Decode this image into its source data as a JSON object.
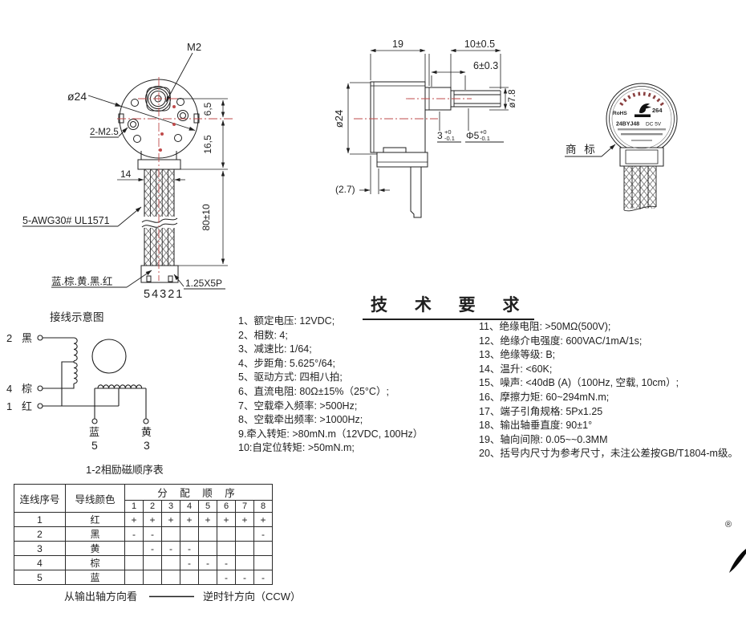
{
  "colors": {
    "line": "#1f1f1f",
    "centerline": "#bf4b4b",
    "rohs_green": "#00a651",
    "sticker_arc": "#8a4040"
  },
  "front_view": {
    "dim_m2": "M2",
    "dim_d24": "ø24",
    "dim_2m25": "2-M2.5",
    "dim_65": "6,5",
    "dim_165": "16,5",
    "dim_14": "14",
    "dim_80": "80±10",
    "wire_spec": "5-AWG30# UL1571",
    "wire_colors": "蓝.棕.黄.黑.红",
    "connector_label": "1.25X5P",
    "pin_numbers": "54321"
  },
  "side_view": {
    "dim_19": "19",
    "dim_10": "10±0.5",
    "dim_6": "6±0.3",
    "dim_d24": "ø24",
    "dim_d78": "ø7.8",
    "dim_3": {
      "base": "3",
      "tol_up": "+0",
      "tol_dn": "-0.1"
    },
    "dim_d5": {
      "base": "Φ5",
      "tol_up": "+0",
      "tol_dn": "-0.1"
    },
    "dim_27": "(2.7)"
  },
  "rear_view": {
    "label": "商 标",
    "sticker": {
      "rohs": "RoHS",
      "model": "24BYJ48",
      "voltage": "DC 5V",
      "code": "264"
    }
  },
  "wiring": {
    "title": "接线示意图",
    "caption": "1-2相励磁顺序表",
    "terminals": {
      "t2_num": "2",
      "t2_color": "黑",
      "t4_num": "4",
      "t4_color": "棕",
      "t1_num": "1",
      "t1_color": "红",
      "t5_color": "蓝",
      "t5_num": "5",
      "t3_color": "黄",
      "t3_num": "3"
    }
  },
  "tech": {
    "title": "技 术 要 求",
    "left": [
      "1、额定电压: 12VDC;",
      "2、相数: 4;",
      "3、减速比: 1/64;",
      "4、步距角: 5.625°/64;",
      "5、驱动方式: 四相八拍;",
      "6、直流电阻: 80Ω±15%（25°C）;",
      "7、空载牵入频率: >500Hz;",
      "8、空载牵出频率: >1000Hz;",
      "9.牵入转矩: >80mN.m（12VDC, 100Hz）",
      "10:自定位转矩: >50mN.m;"
    ],
    "right": [
      "11、绝缘电阻: >50MΩ(500V);",
      "12、绝缘介电强度: 600VAC/1mA/1s;",
      "13、绝缘等级: B;",
      "14、温升: <60K;",
      "15、噪声: <40dB (A)（100Hz, 空载, 10cm）;",
      "16、摩擦力矩: 60~294mN.m;",
      "17、端子引角规格: 5Px1.25",
      "18、输出轴垂直度: 90±1°",
      "19、轴向间隙: 0.05~~0.3MM",
      "20、括号内尺寸为参考尺寸，未注公差按GB/T1804-m级。"
    ]
  },
  "sequence_table": {
    "header": {
      "col1": "连线序号",
      "col2": "导线颜色",
      "span": "分 配 顺 序",
      "steps": [
        "1",
        "2",
        "3",
        "4",
        "5",
        "6",
        "7",
        "8"
      ]
    },
    "rows": [
      {
        "no": "1",
        "color": "红",
        "cells": [
          "+",
          "+",
          "+",
          "+",
          "+",
          "+",
          "+",
          "+"
        ]
      },
      {
        "no": "2",
        "color": "黑",
        "cells": [
          "-",
          "-",
          "",
          "",
          "",
          "",
          "",
          "-"
        ]
      },
      {
        "no": "3",
        "color": "黄",
        "cells": [
          "",
          "-",
          "-",
          "-",
          "",
          "",
          "",
          ""
        ]
      },
      {
        "no": "4",
        "color": "棕",
        "cells": [
          "",
          "",
          "",
          "-",
          "-",
          "-",
          "",
          ""
        ]
      },
      {
        "no": "5",
        "color": "蓝",
        "cells": [
          "",
          "",
          "",
          "",
          "",
          "-",
          "-",
          "-"
        ]
      }
    ]
  },
  "footer": {
    "note_left": "从输出轴方向看",
    "note_right": "逆时针方向（CCW）",
    "registered": "®"
  }
}
